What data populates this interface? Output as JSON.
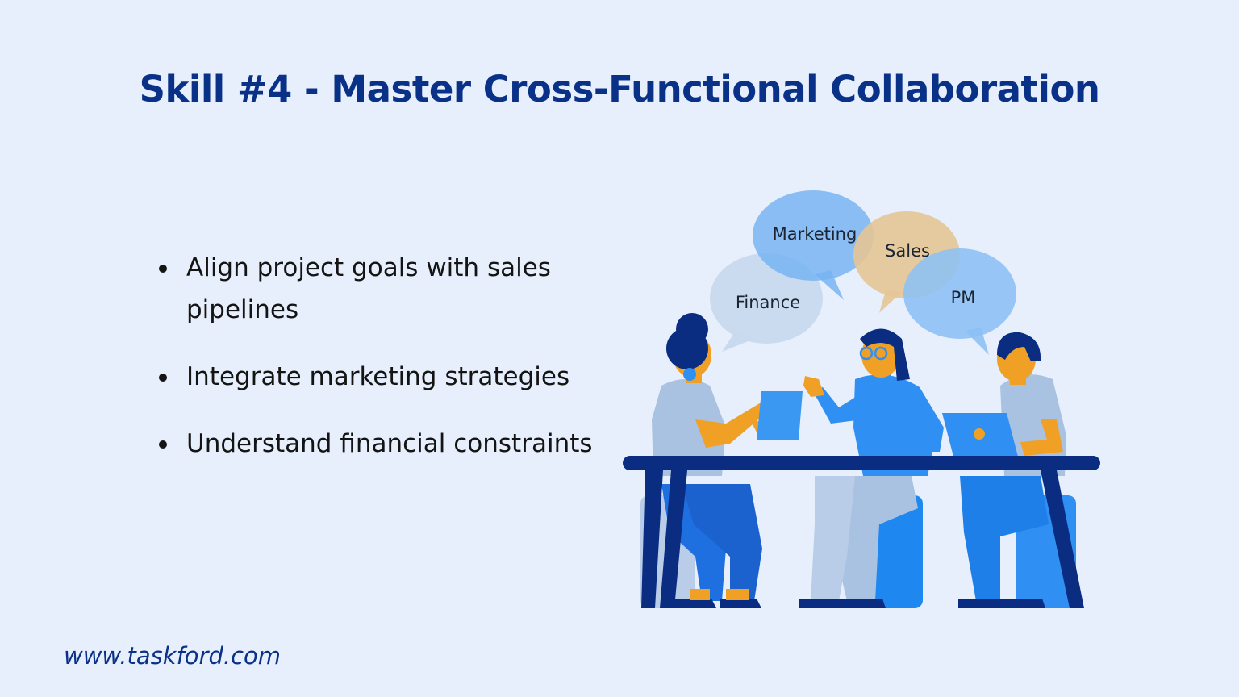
{
  "title": "Skill #4 - Master Cross-Functional Collaboration",
  "bullets": [
    "Align project goals with sales pipelines",
    "Integrate marketing strategies",
    "Understand financial constraints"
  ],
  "bubbles": {
    "finance": "Finance",
    "marketing": "Marketing",
    "sales": "Sales",
    "pm": "PM"
  },
  "footer": {
    "url": "www.taskford.com"
  },
  "colors": {
    "background": "#e7effc",
    "title": "#0a3188",
    "table": "#0a2d82",
    "bubble_finance": "#c9d9ee",
    "bubble_marketing": "#78b4f2",
    "bubble_sales": "#e6c595",
    "bubble_pm": "#8cc0f5",
    "skin": "#f0a024"
  }
}
